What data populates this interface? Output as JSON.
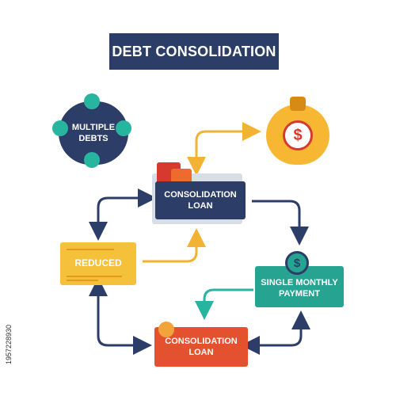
{
  "title": "DEBT CONSOLIDATION",
  "nodes": {
    "multiple_debts": "MULTIPLE\nDEBTS",
    "consolidation_loan_top": "CONSOLIDATION\nLOAN",
    "reduced": "REDUCED",
    "single_monthly_payment": "SINGLE MONTHLY\nPAYMENT",
    "consolidation_loan_bottom": "CONSOLIDATION\nLOAN"
  },
  "icons": {
    "money_bag": "money-bag-icon",
    "dollar_symbol": "$",
    "small_coin_symbol": "$"
  },
  "watermark_code": "1957228930",
  "colors": {
    "navy": "#2c3e68",
    "teal": "#27a392",
    "yellow": "#f5c03a",
    "orange_red": "#e4512e",
    "arrow_yellow": "#f2b233"
  }
}
